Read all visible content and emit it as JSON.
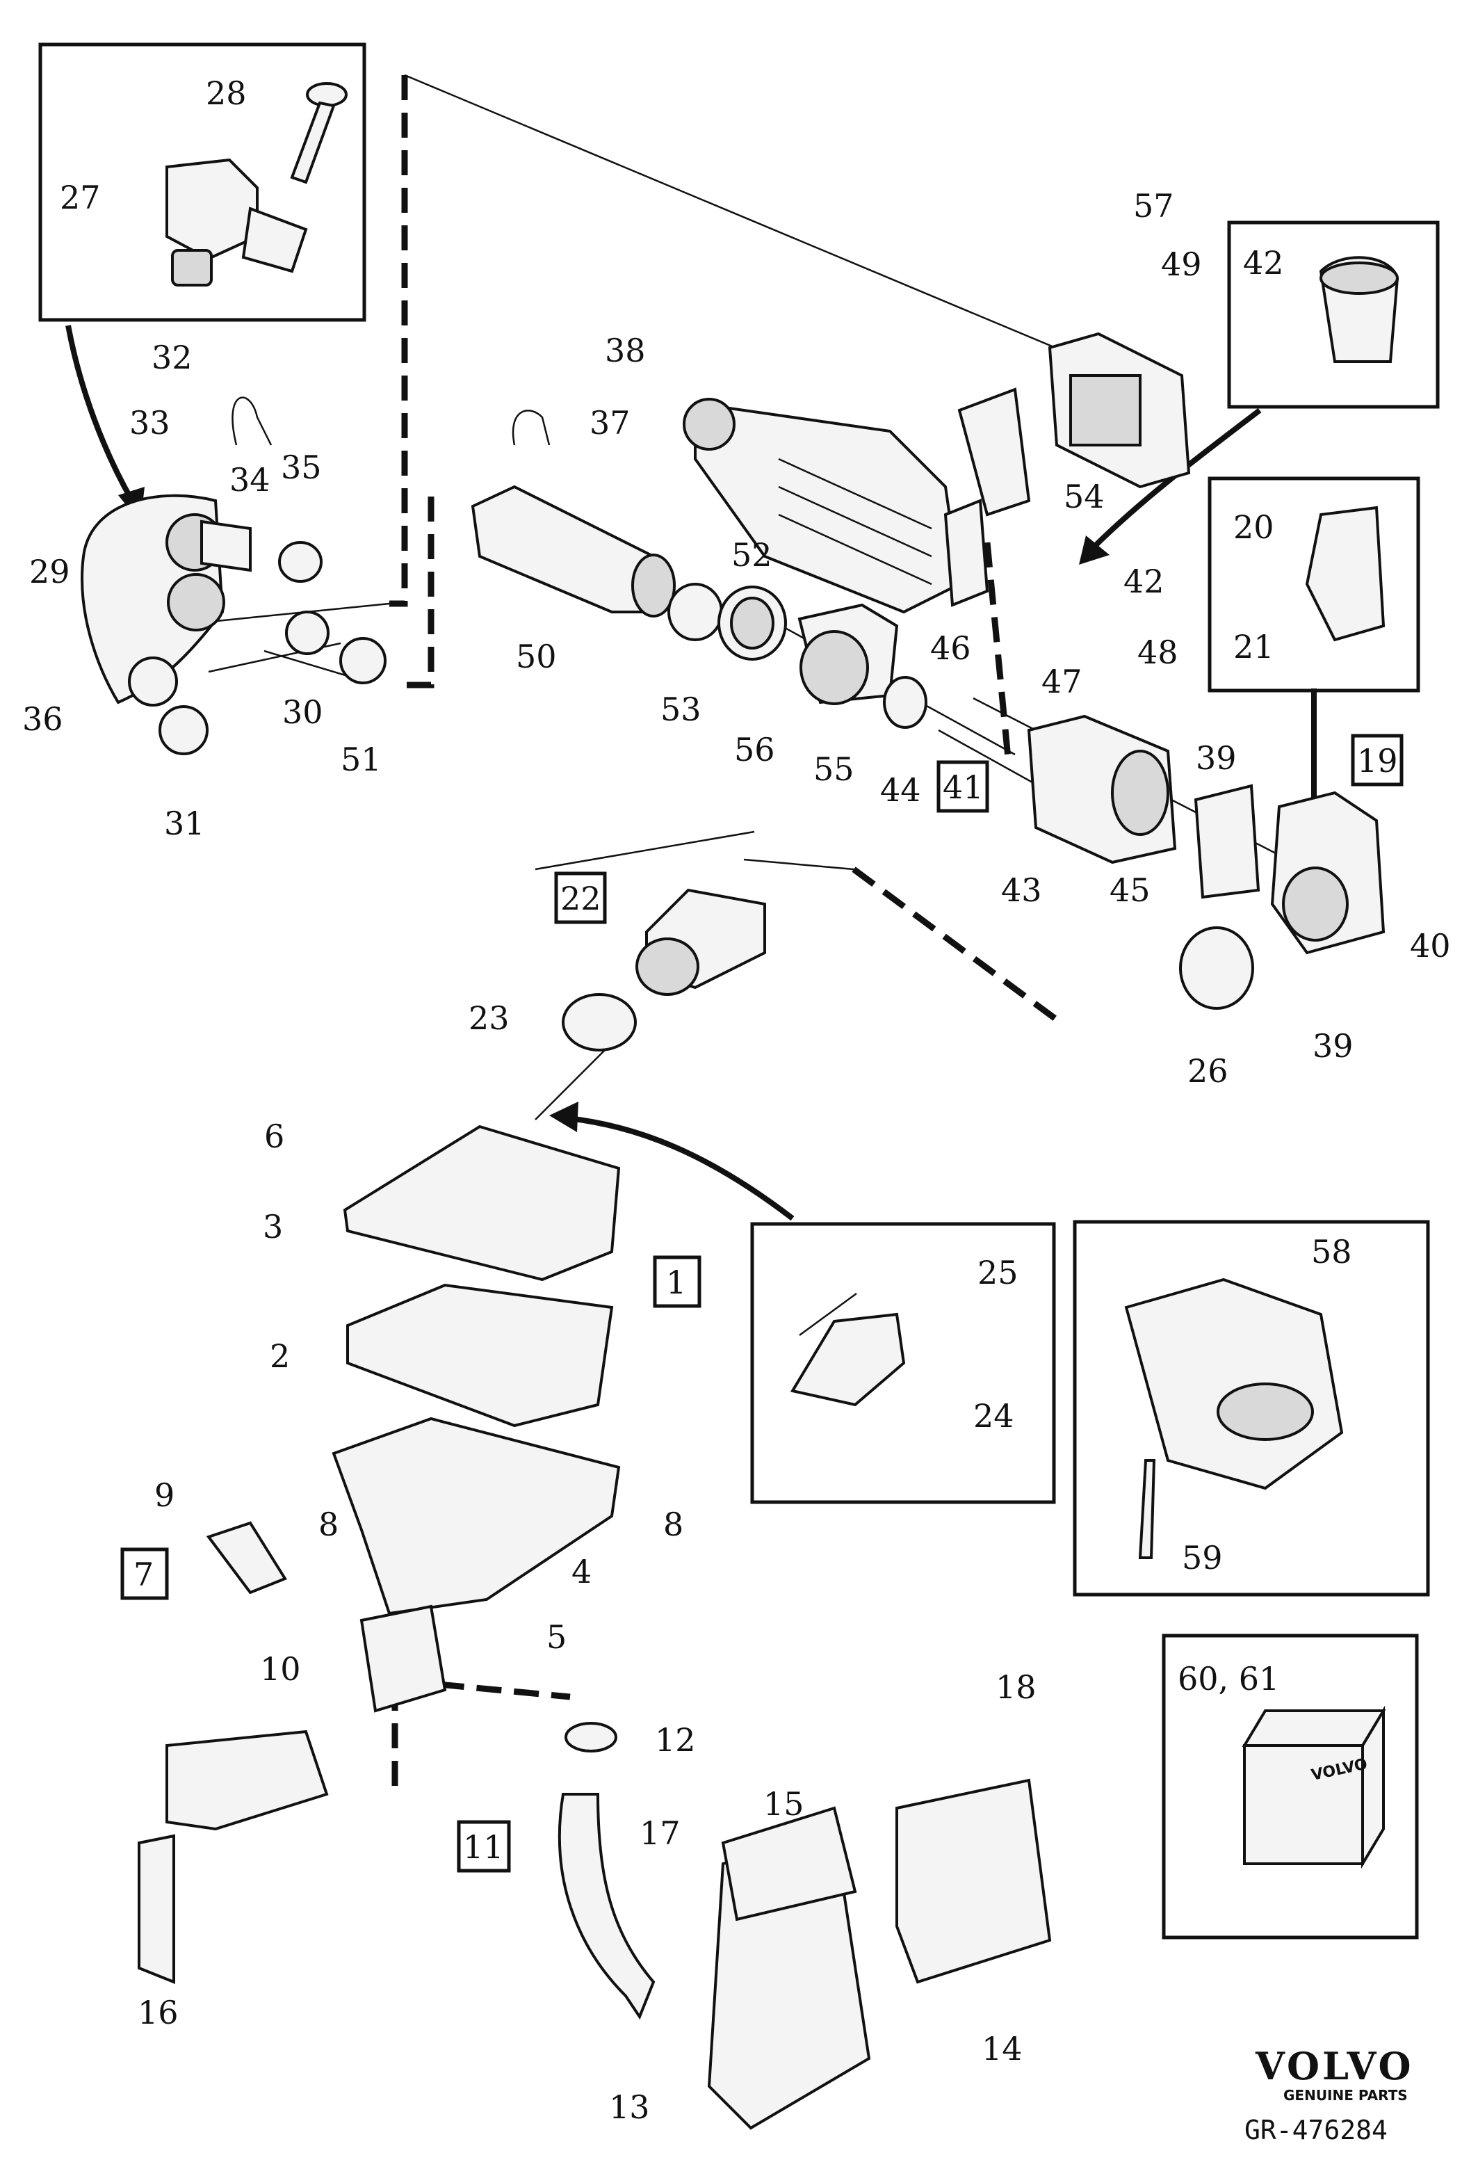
{
  "labels": {
    "l1": "1",
    "l2": "2",
    "l3": "3",
    "l4": "4",
    "l5": "5",
    "l6": "6",
    "l7": "7",
    "l8a": "8",
    "l8b": "8",
    "l9": "9",
    "l10": "10",
    "l11": "11",
    "l12": "12",
    "l13": "13",
    "l14": "14",
    "l15": "15",
    "l16": "16",
    "l17": "17",
    "l18": "18",
    "l19": "19",
    "l20": "20",
    "l21": "21",
    "l22": "22",
    "l23": "23",
    "l24": "24",
    "l25": "25",
    "l26": "26",
    "l27": "27",
    "l28": "28",
    "l29": "29",
    "l30": "30",
    "l31": "31",
    "l32": "32",
    "l33": "33",
    "l34": "34",
    "l35": "35",
    "l36": "36",
    "l37": "37",
    "l38": "38",
    "l39a": "39",
    "l39b": "39",
    "l40": "40",
    "l41": "41",
    "l42a": "42",
    "l42b": "42",
    "l43": "43",
    "l44": "44",
    "l45": "45",
    "l46": "46",
    "l47": "47",
    "l48": "48",
    "l49": "49",
    "l50": "50",
    "l51": "51",
    "l52": "52",
    "l53": "53",
    "l54": "54",
    "l55": "55",
    "l56": "56",
    "l57": "57",
    "l58": "58",
    "l59": "59",
    "l6061": "60, 61"
  },
  "box_text": "VOLVO",
  "brand": {
    "name": "VOLVO",
    "tagline": "GENUINE PARTS"
  },
  "reference": "GR-476284"
}
